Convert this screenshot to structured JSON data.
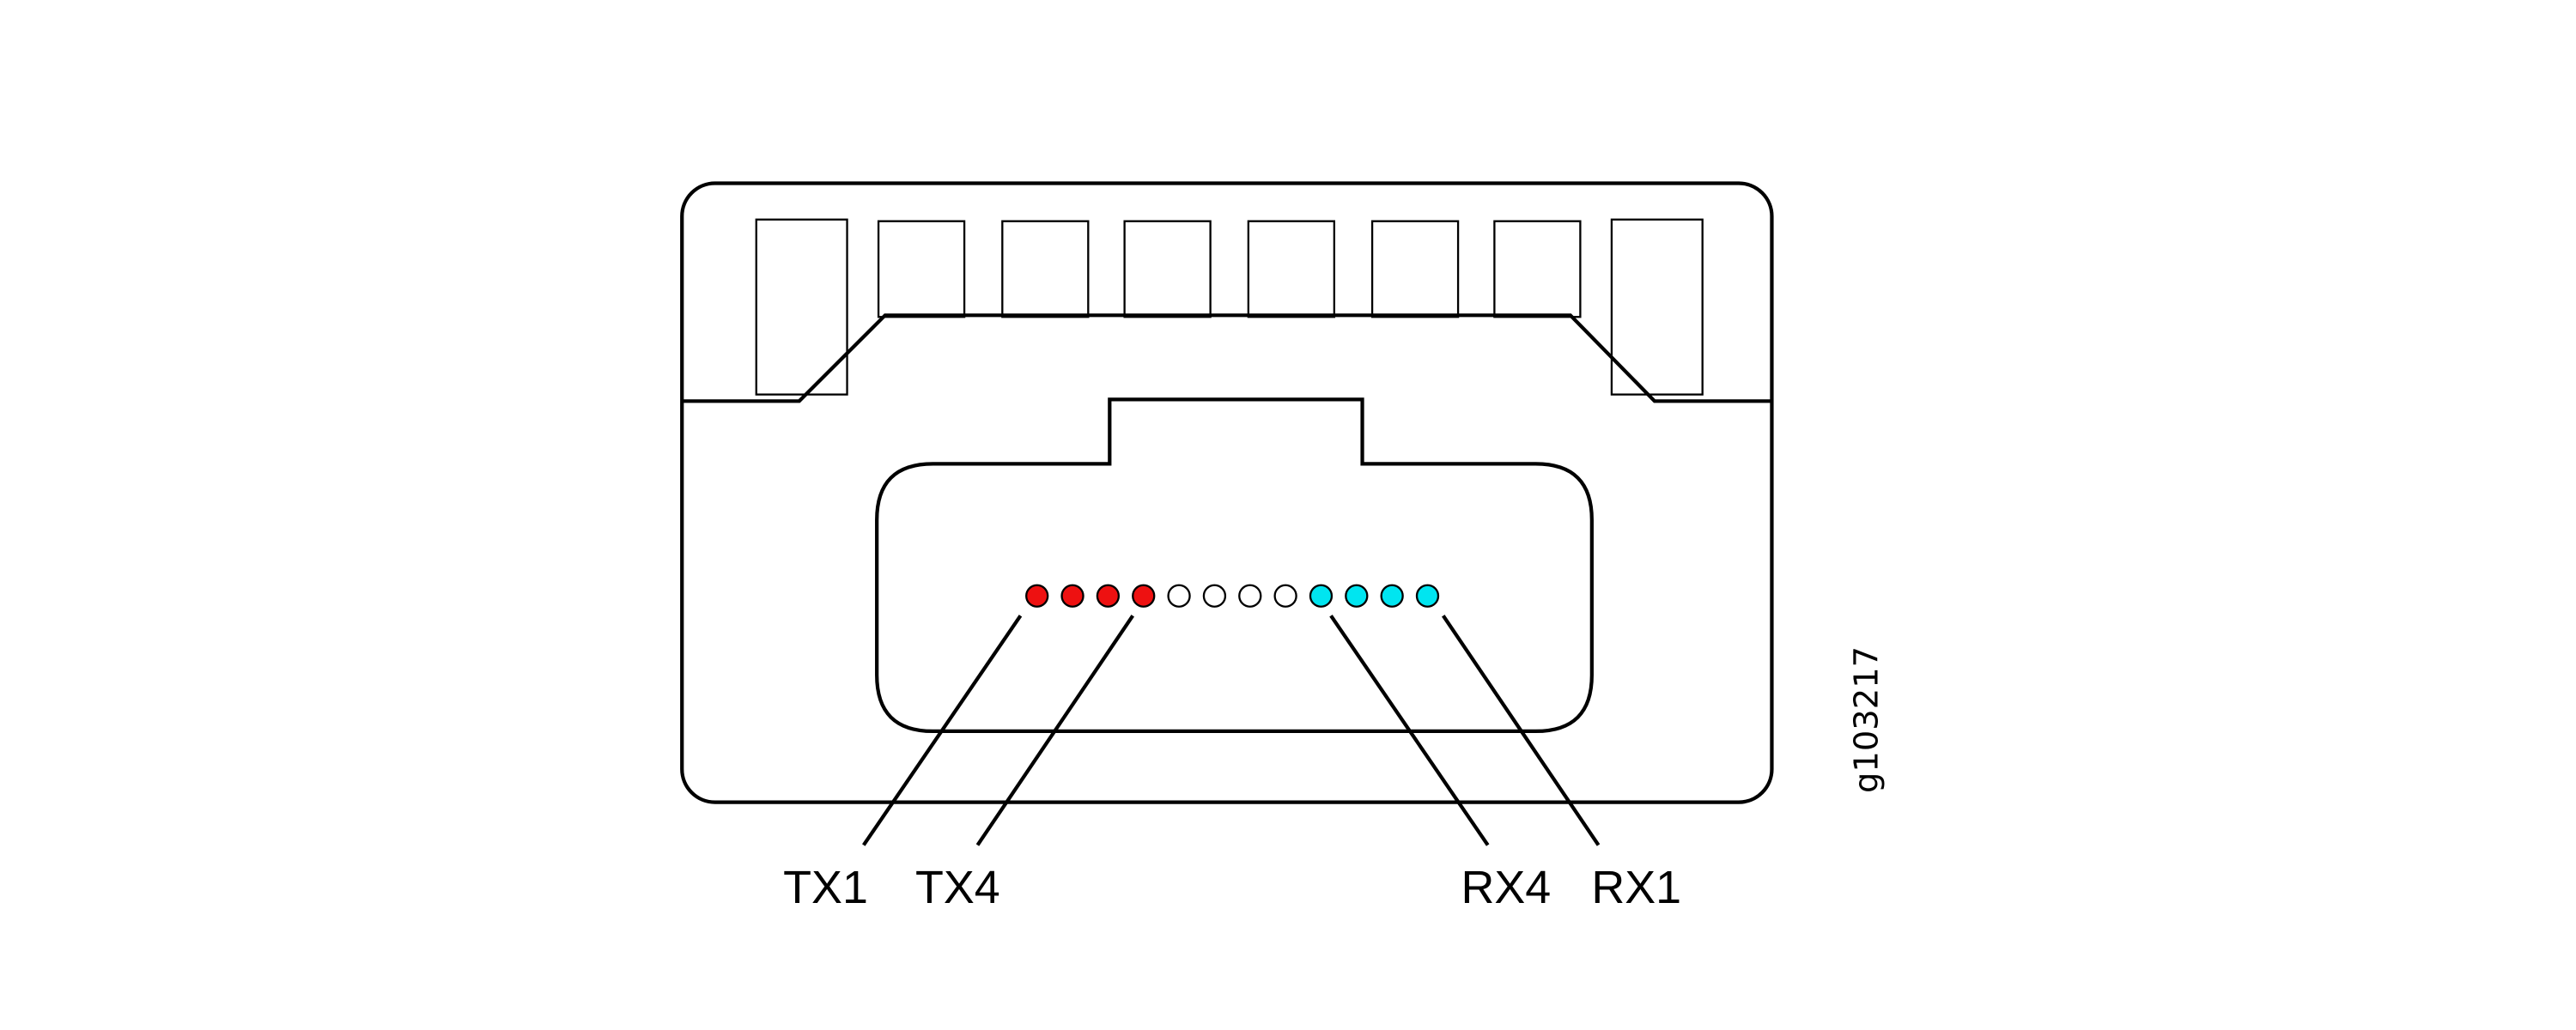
{
  "diagram": {
    "title": "Connector pinout",
    "figure_id": "g103217",
    "pins": [
      {
        "color": "#ee1111"
      },
      {
        "color": "#ee1111"
      },
      {
        "color": "#ee1111"
      },
      {
        "color": "#ee1111"
      },
      {
        "color": "#ffffff"
      },
      {
        "color": "#ffffff"
      },
      {
        "color": "#ffffff"
      },
      {
        "color": "#ffffff"
      },
      {
        "color": "#00e5f0"
      },
      {
        "color": "#00e5f0"
      },
      {
        "color": "#00e5f0"
      },
      {
        "color": "#00e5f0"
      }
    ],
    "labels": {
      "tx1": "TX1",
      "tx4": "TX4",
      "rx4": "RX4",
      "rx1": "RX1"
    }
  }
}
